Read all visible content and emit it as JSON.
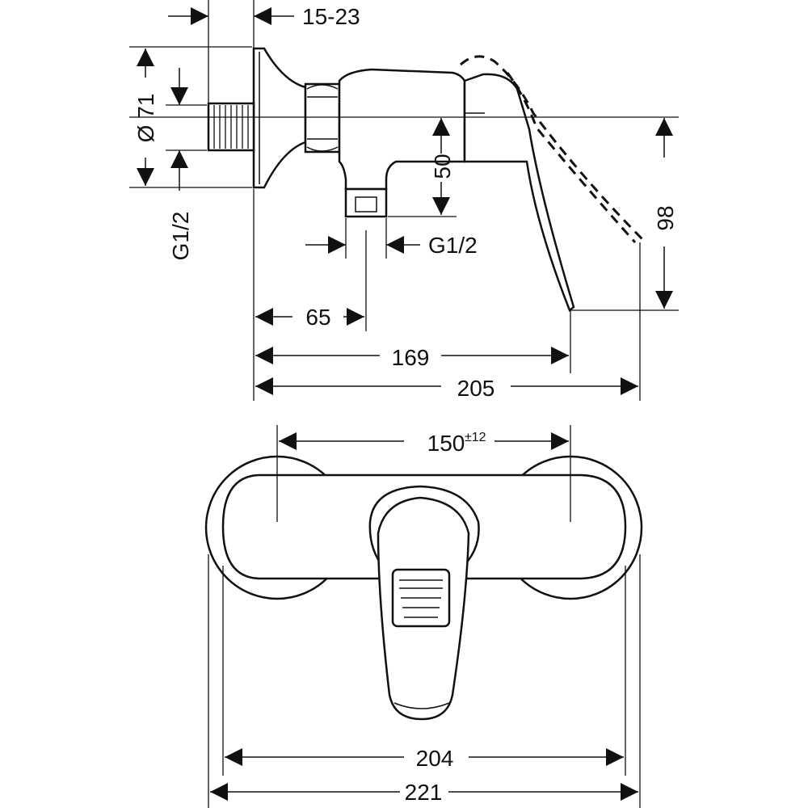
{
  "colors": {
    "line": "#111111",
    "background": "#ffffff"
  },
  "side_view": {
    "dim_wall_depth": "15-23",
    "dim_diameter": "Ø 71",
    "dim_inlet_thread": "G1/2",
    "dim_outlet_height": "50",
    "dim_outlet_thread": "G1/2",
    "dim_lever_height": "98",
    "dim_outlet_offset": "65",
    "dim_lever_projection": "169",
    "dim_total_projection": "205"
  },
  "front_view": {
    "dim_centers": "150",
    "dim_centers_tolerance": "±12",
    "dim_body_width": "204",
    "dim_total_width": "221"
  }
}
